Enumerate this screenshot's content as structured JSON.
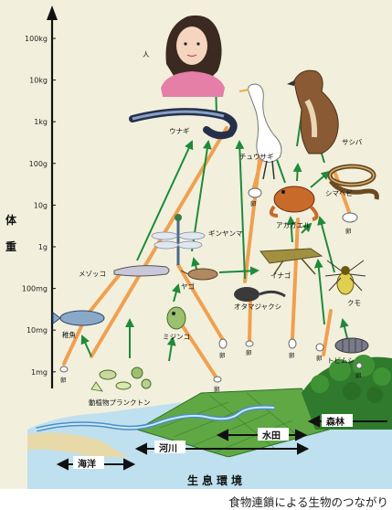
{
  "diagram": {
    "y_axis": {
      "title": "体重",
      "ticks": [
        "100kg",
        "10kg",
        "1kg",
        "100g",
        "10g",
        "1g",
        "100mg",
        "10mg",
        "1mg"
      ]
    },
    "organisms": {
      "human": "人",
      "eel": "ウナギ",
      "egret": "チュウサギ",
      "hawk": "サシバ",
      "snake": "シマヘビ",
      "frog": "アカガエル",
      "dragonfly": "ギンヤンマ",
      "grasshopper": "イナゴ",
      "spider": "クモ",
      "tadpole": "オタマジャクシ",
      "loach": "メゾッコ",
      "nymph": "ヤゴ",
      "fry": "稚魚",
      "daphnia": "ミジンコ",
      "isopod": "トビムシ",
      "plankton": "動植物プランクトン"
    },
    "egg_label": "卵",
    "habitats": {
      "title": "生息環境",
      "ocean": "海洋",
      "river": "河川",
      "paddy": "水田",
      "forest": "森林"
    }
  },
  "caption": "食物連鎖による生物のつながり",
  "colors": {
    "arrow_green": "#1f8a3a",
    "link_orange": "#f0a050",
    "panel_bg": "#f2f0dd"
  }
}
